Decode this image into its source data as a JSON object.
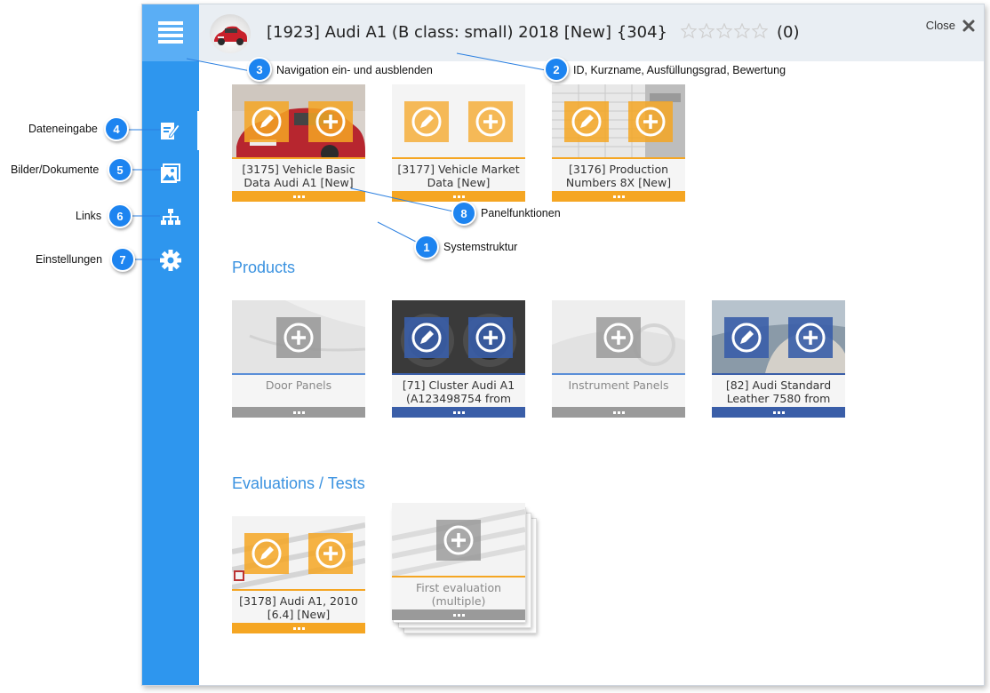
{
  "header": {
    "title": "[1923] Audi A1 (B class: small) 2018 [New] {304}",
    "rating": "(0)",
    "close_label": "Close",
    "star_count": 5
  },
  "sidebar": {
    "items": [
      {
        "name": "data-entry",
        "icon": "edit-document-icon"
      },
      {
        "name": "images-documents",
        "icon": "image-gallery-icon"
      },
      {
        "name": "links",
        "icon": "sitemap-icon"
      },
      {
        "name": "settings",
        "icon": "gear-icon"
      }
    ]
  },
  "top_tiles": [
    {
      "label": "[3175] Vehicle Basic Data Audi A1 [New]"
    },
    {
      "label": "[3177] Vehicle Market Data [New]"
    },
    {
      "label": "[3176] Production Numbers 8X [New]"
    }
  ],
  "products": {
    "title": "Products",
    "tiles": [
      {
        "label": "Door Panels"
      },
      {
        "label": "[71] Cluster Audi A1 (A123498754 from"
      },
      {
        "label": "Instrument Panels"
      },
      {
        "label": "[82] Audi Standard Leather 7580 from"
      }
    ]
  },
  "evaluations": {
    "title": "Evaluations / Tests",
    "tiles": [
      {
        "label": "[3178] Audi A1, 2010 [6.4] [New]"
      },
      {
        "label": "First evaluation (multiple)"
      }
    ]
  },
  "callouts": {
    "c1": {
      "num": "1",
      "text": "Systemstruktur"
    },
    "c2": {
      "num": "2",
      "text": "ID, Kurzname, Ausfüllungsgrad, Bewertung"
    },
    "c3": {
      "num": "3",
      "text": "Navigation ein- und ausblenden"
    },
    "c4": {
      "num": "4",
      "text": "Dateneingabe"
    },
    "c5": {
      "num": "5",
      "text": "Bilder/Dokumente"
    },
    "c6": {
      "num": "6",
      "text": "Links"
    },
    "c7": {
      "num": "7",
      "text": "Einstellungen"
    },
    "c8": {
      "num": "8",
      "text": "Panelfunktionen"
    }
  },
  "colors": {
    "sidebar": "#2e96ee",
    "accent_orange": "#f5a623",
    "accent_navy": "#3a5ea8",
    "muted_gray": "#9a9a9a",
    "badge": "#1d84f0",
    "section_title": "#3a92e0"
  }
}
